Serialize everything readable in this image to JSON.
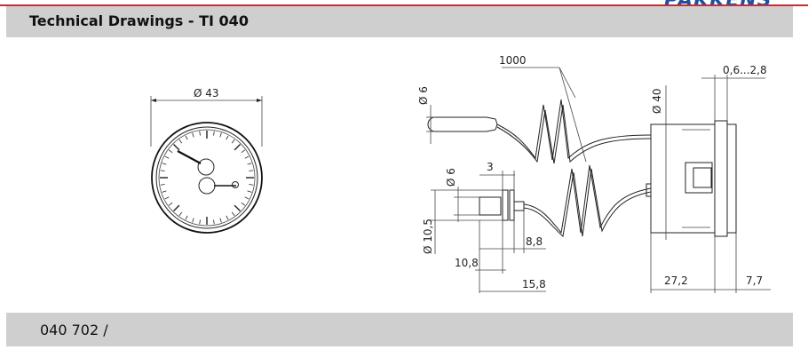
{
  "brand": "PAKKENS",
  "header": {
    "title": "Technical Drawings - TI 040"
  },
  "footer": {
    "code": "040 702 /"
  },
  "front_view": {
    "diameter": "Ø 43"
  },
  "side_view": {
    "capillary_length": "1000",
    "bezel_gap": "0,6...2,8",
    "case_diameter": "Ø 40",
    "bulb_diameter": "Ø 6",
    "stem_diameter": "Ø 6",
    "flange_width": "3",
    "flange_diameter": "Ø 10,5",
    "stem_length_a": "8,8",
    "stem_length_b": "10,8",
    "stem_length_c": "15,8",
    "case_depth": "27,2",
    "bezel_depth": "7,7"
  }
}
